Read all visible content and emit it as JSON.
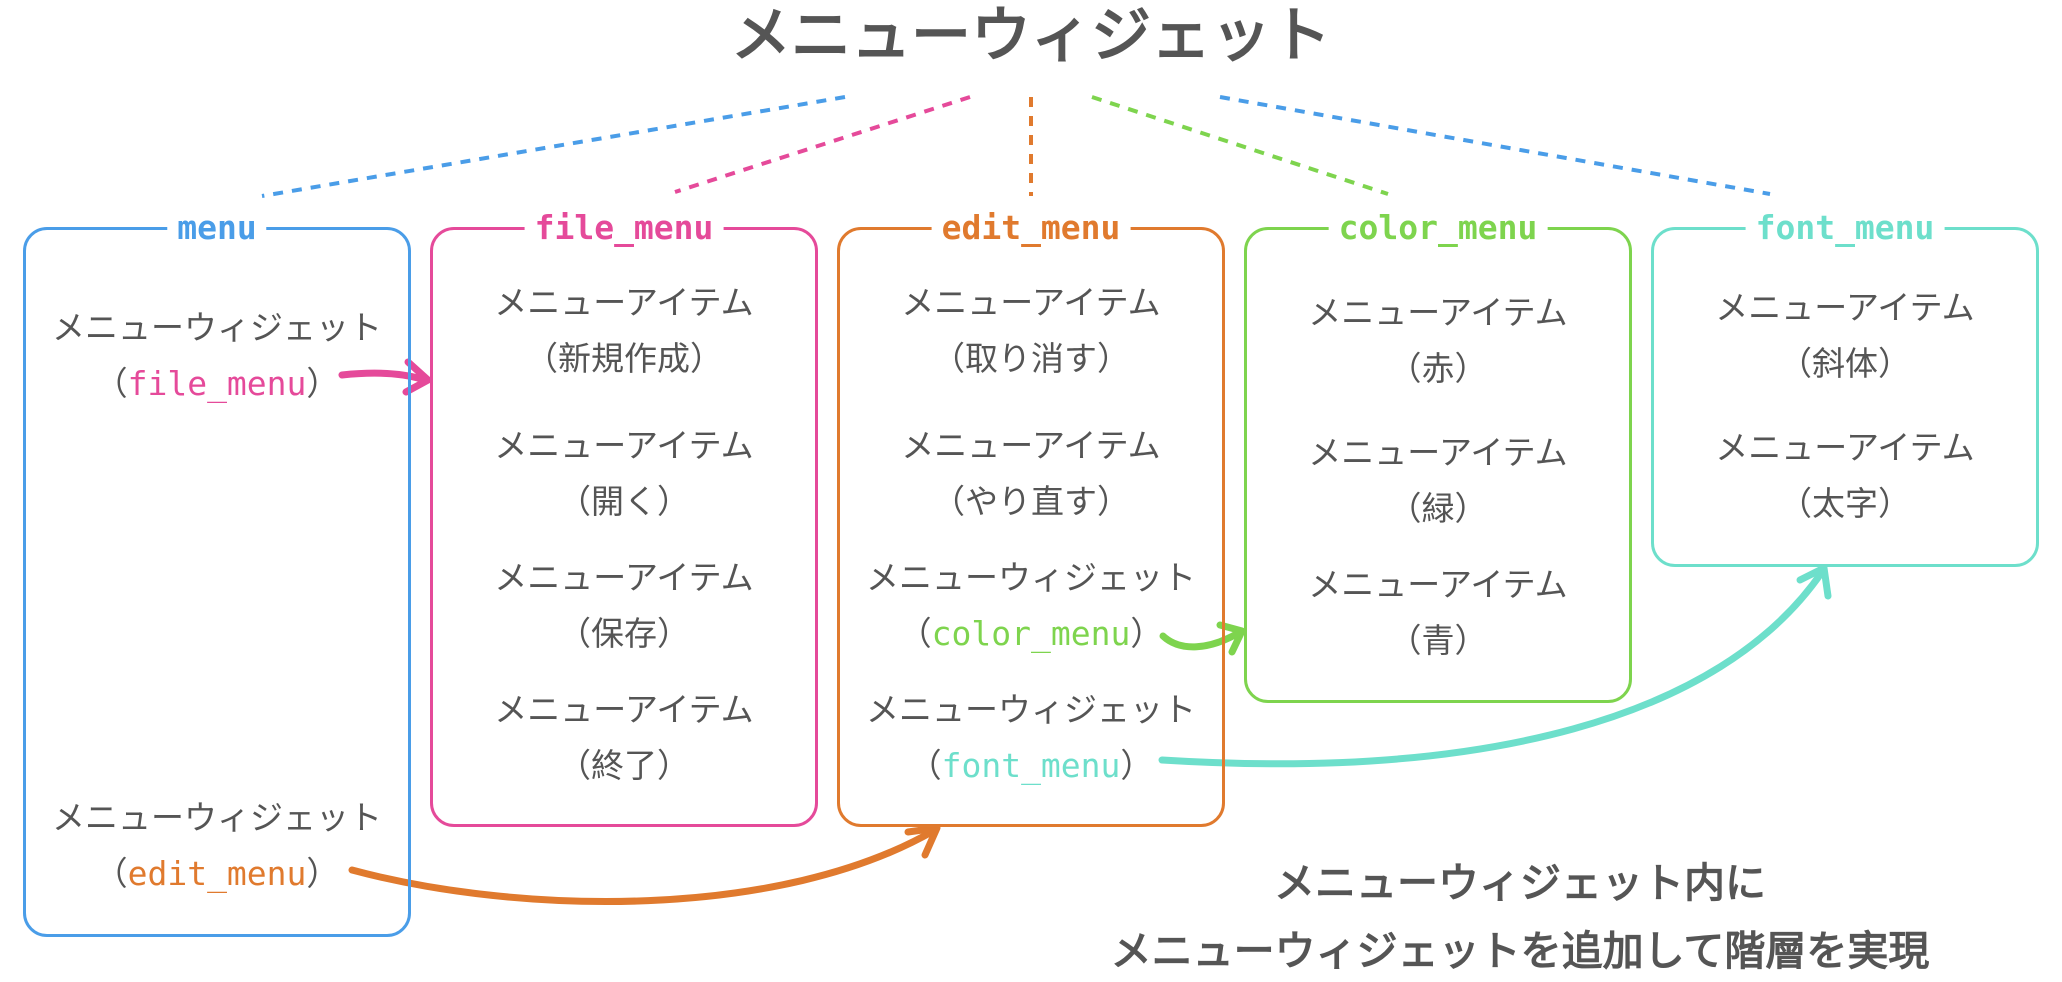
{
  "title": "メニューウィジェット",
  "colors": {
    "menu": "#4a9de8",
    "file_menu": "#e54a9a",
    "edit_menu": "#e07a2e",
    "color_menu": "#7ed44e",
    "font_menu": "#6ddfcb",
    "text": "#555555"
  },
  "boxes": {
    "menu": {
      "label": "menu",
      "items": [
        {
          "text": "メニューウィジェット",
          "open": "（",
          "code": "file_menu",
          "close": "）"
        },
        {
          "text": "メニューウィジェット",
          "open": "（",
          "code": "edit_menu",
          "close": "）"
        }
      ]
    },
    "file_menu": {
      "label": "file_menu",
      "items": [
        {
          "text": "メニューアイテム",
          "sub": "（新規作成）"
        },
        {
          "text": "メニューアイテム",
          "sub": "（開く）"
        },
        {
          "text": "メニューアイテム",
          "sub": "（保存）"
        },
        {
          "text": "メニューアイテム",
          "sub": "（終了）"
        }
      ]
    },
    "edit_menu": {
      "label": "edit_menu",
      "items": [
        {
          "text": "メニューアイテム",
          "sub": "（取り消す）"
        },
        {
          "text": "メニューアイテム",
          "sub": "（やり直す）"
        },
        {
          "text": "メニューウィジェット",
          "open": "（",
          "code": "color_menu",
          "close": "）"
        },
        {
          "text": "メニューウィジェット",
          "open": "（",
          "code": "font_menu",
          "close": "）"
        }
      ]
    },
    "color_menu": {
      "label": "color_menu",
      "items": [
        {
          "text": "メニューアイテム",
          "sub": "（赤）"
        },
        {
          "text": "メニューアイテム",
          "sub": "（緑）"
        },
        {
          "text": "メニューアイテム",
          "sub": "（青）"
        }
      ]
    },
    "font_menu": {
      "label": "font_menu",
      "items": [
        {
          "text": "メニューアイテム",
          "sub": "（斜体）"
        },
        {
          "text": "メニューアイテム",
          "sub": "（太字）"
        }
      ]
    }
  },
  "note": {
    "line1": "メニューウィジェット内に",
    "line2": "メニューウィジェットを追加して階層を実現"
  }
}
